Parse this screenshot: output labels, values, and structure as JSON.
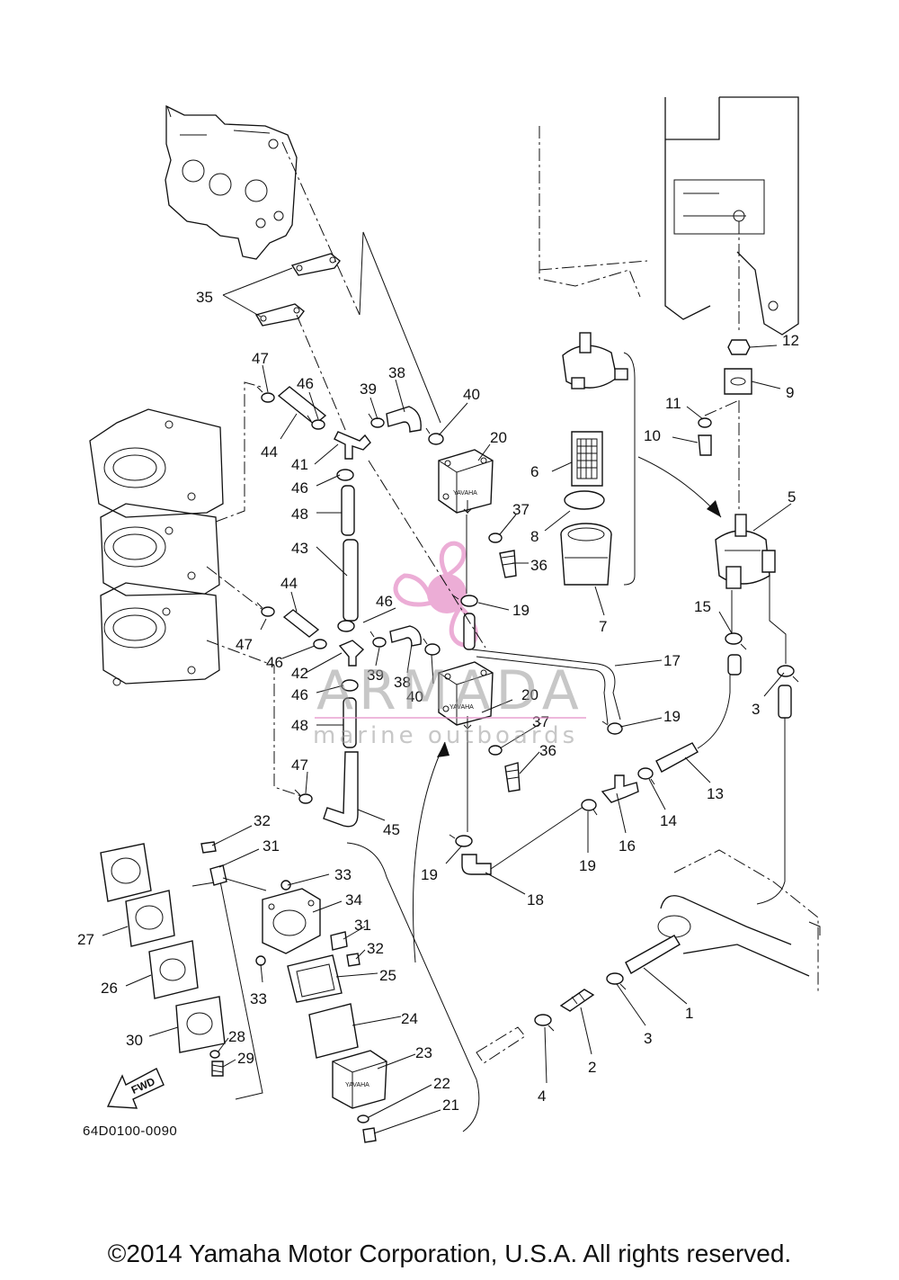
{
  "diagram_code": "64D0100-0090",
  "copyright": "©2014 Yamaha Motor Corporation, U.S.A. All rights reserved.",
  "watermark": {
    "name": "ARMADA",
    "tagline": "marine outboards"
  },
  "fwd_label": "FWD",
  "pump_brand": "YAVAHA",
  "labels": {
    "l1": "1",
    "l2": "2",
    "l3a": "3",
    "l3b": "3",
    "l4": "4",
    "l5": "5",
    "l6": "6",
    "l7": "7",
    "l8": "8",
    "l9": "9",
    "l10": "10",
    "l11": "11",
    "l12": "12",
    "l13": "13",
    "l14": "14",
    "l15": "15",
    "l16": "16",
    "l17": "17",
    "l18": "18",
    "l19a": "19",
    "l19b": "19",
    "l19c": "19",
    "l19d": "19",
    "l20a": "20",
    "l20b": "20",
    "l21": "21",
    "l22": "22",
    "l23": "23",
    "l24": "24",
    "l25": "25",
    "l26": "26",
    "l27": "27",
    "l28": "28",
    "l29": "29",
    "l30": "30",
    "l31a": "31",
    "l31b": "31",
    "l32a": "32",
    "l32b": "32",
    "l33a": "33",
    "l33b": "33",
    "l34": "34",
    "l35": "35",
    "l36a": "36",
    "l36b": "36",
    "l37a": "37",
    "l37b": "37",
    "l38a": "38",
    "l38b": "38",
    "l39a": "39",
    "l39b": "39",
    "l40a": "40",
    "l40b": "40",
    "l41": "41",
    "l42": "42",
    "l43": "43",
    "l44a": "44",
    "l44b": "44",
    "l45": "45",
    "l46a": "46",
    "l46b": "46",
    "l46c": "46",
    "l46d": "46",
    "l46e": "46",
    "l47a": "47",
    "l47b": "47",
    "l47c": "47",
    "l48a": "48",
    "l48b": "48"
  }
}
